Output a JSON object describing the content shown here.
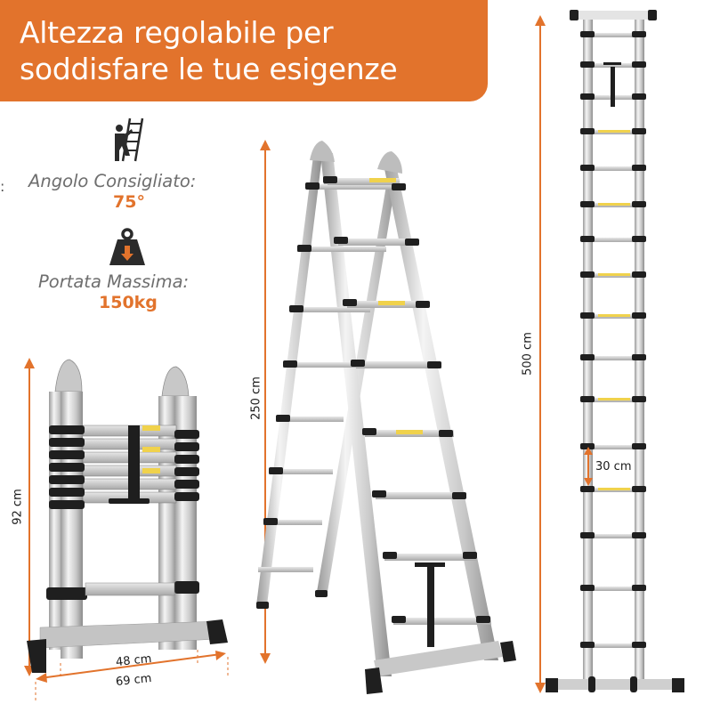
{
  "banner": {
    "line1": "Altezza regolabile per",
    "line2": "soddisfare le tue esigenze",
    "color": "#e2732c"
  },
  "specs": [
    {
      "icon": "ladder-climber-icon",
      "label": "Angolo Consigliato:",
      "value": "75°"
    },
    {
      "icon": "weight-icon",
      "label": "Portata Massima:",
      "value": "150kg"
    }
  ],
  "dimensions": {
    "folded_height": "92 cm",
    "inner_width": "48 cm",
    "outer_width": "69 cm",
    "a_frame_height": "250 cm",
    "straight_height": "500 cm",
    "rung_spacing": "30 cm"
  },
  "stray_char": ":",
  "colors": {
    "accent": "#e2732c",
    "label_gray": "#6e6e6e",
    "icon_dark": "#2b2b2b"
  }
}
